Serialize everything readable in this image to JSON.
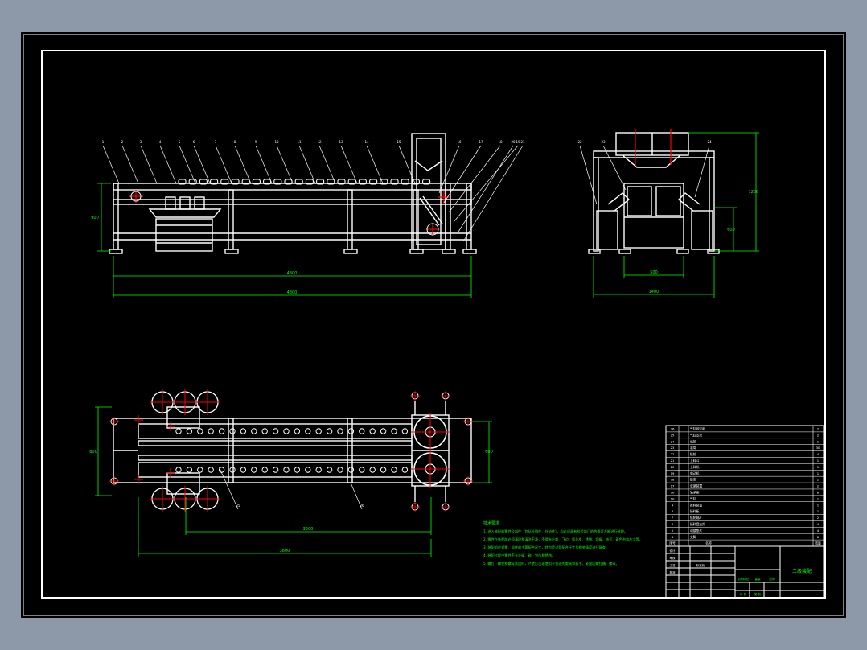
{
  "colors": {
    "background": "#8d99a8",
    "sheet": "#000000",
    "outline": "#ffffff",
    "dimension": "#00ff00",
    "centerline": "#ff0000",
    "leader": "#ffffff"
  },
  "front_view": {
    "balloons": [
      "1",
      "2",
      "3",
      "4",
      "5",
      "6",
      "7",
      "8",
      "9",
      "10",
      "11",
      "12",
      "13",
      "14",
      "15",
      "16",
      "17",
      "18",
      "19",
      "20",
      "21"
    ],
    "dims": {
      "overall_length": "4800",
      "frame_length": "4800",
      "height": "900"
    }
  },
  "side_view": {
    "balloons": [
      "22",
      "23",
      "24"
    ],
    "dims": {
      "total_height": "1200",
      "table_height": "600",
      "inner_width": "500",
      "overall_width": "1400"
    }
  },
  "top_view": {
    "balloons": [
      "25",
      "26"
    ],
    "dims": {
      "left_width": "800",
      "right_width": "600",
      "span_inner": "3200",
      "span_outer": "3800"
    }
  },
  "tech_notes": {
    "title": "技术要求",
    "lines": [
      "1. 进入装配的零件及部件（包括外购件、外协件），均必须具有检验部门的合格证方能进行装配。",
      "2. 零件在装配前必须清理和清洗干净，不得有毛刺、飞边、氧化皮、锈蚀、切屑、油污、着色剂和灰尘等。",
      "3. 装配前应对零、部件的主要配合尺寸，特别是过盈配合尺寸及相关精度进行复查。",
      "4. 装配过程中零件不允许磕、碰、划伤和锈蚀。",
      "5. 螺钉、螺栓和螺母紧固时，严禁打击或使用不合适的旋具和扳手，紧固后螺钉槽、螺母。"
    ]
  },
  "bom": {
    "rows": [
      {
        "no": "26",
        "name": "气缸固定板",
        "qty": "2"
      },
      {
        "no": "25",
        "name": "气缸支架",
        "qty": "2"
      },
      {
        "no": "24",
        "name": "机架",
        "qty": "1"
      },
      {
        "no": "23",
        "name": "滚筒",
        "qty": "30"
      },
      {
        "no": "22",
        "name": "链轮",
        "qty": "4"
      },
      {
        "no": "21",
        "name": "上料斗",
        "qty": "1"
      },
      {
        "no": "20",
        "name": "上料机",
        "qty": "1"
      },
      {
        "no": "19",
        "name": "电动机",
        "qty": "1"
      },
      {
        "no": "18",
        "name": "链条",
        "qty": "2"
      },
      {
        "no": "17",
        "name": "张紧装置",
        "qty": "2"
      },
      {
        "no": "16",
        "name": "轴承座",
        "qty": "8"
      },
      {
        "no": "10",
        "name": "气缸",
        "qty": "1"
      },
      {
        "no": "9",
        "name": "推料装置",
        "qty": "1"
      },
      {
        "no": "8",
        "name": "接料板",
        "qty": "1"
      },
      {
        "no": "7",
        "name": "链轮轴A",
        "qty": "2"
      },
      {
        "no": "6",
        "name": "接料盘支架",
        "qty": "4"
      },
      {
        "no": "5",
        "name": "调整垫片",
        "qty": "4"
      },
      {
        "no": "4",
        "name": "支脚",
        "qty": "8"
      }
    ],
    "header": {
      "no": "序号",
      "name": "名称",
      "qty": "数量"
    }
  },
  "title_block": {
    "drawing_title": "二级装配",
    "labels": [
      "设计",
      "审核",
      "工艺",
      "批准",
      "标准化",
      "阶段标记",
      "重量",
      "比例",
      "共 张",
      "第 张"
    ]
  }
}
